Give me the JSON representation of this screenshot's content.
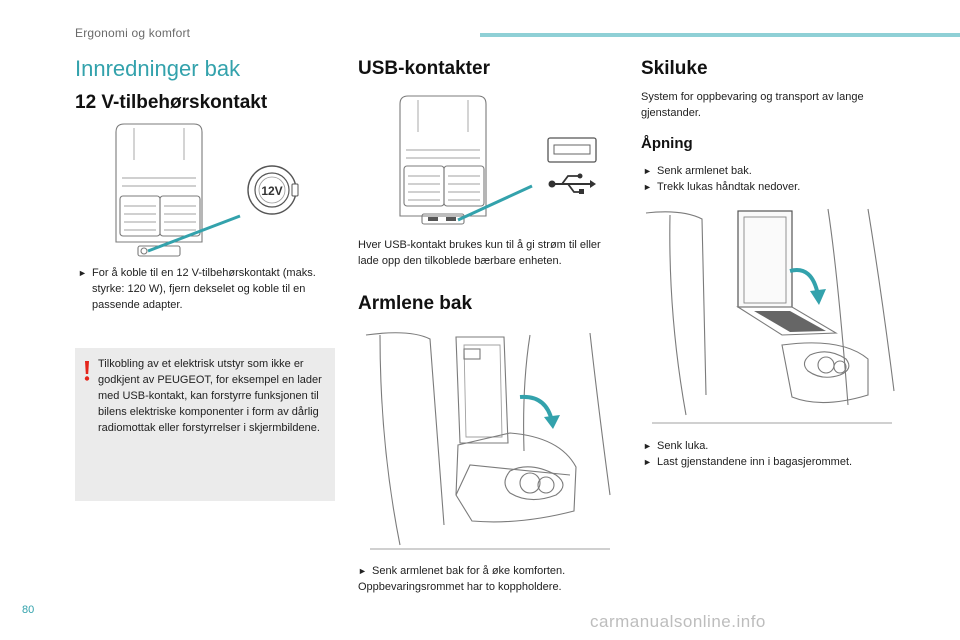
{
  "header": {
    "section": "Ergonomi og komfort"
  },
  "page": {
    "heading": "Innredninger bak",
    "number": "80"
  },
  "col1": {
    "title": "12 V-tilbehørskontakt",
    "socket_label": "12V",
    "bullet": "For å koble til en 12 V-tilbehørskontakt (maks. styrke: 120 W), fjern dekselet og koble til en passende adapter.",
    "warning": "Tilkobling av et elektrisk utstyr som ikke er godkjent av PEUGEOT, for eksempel en lader med USB-kontakt, kan forstyrre funksjonen til bilens elektriske komponenter i form av dårlig radiomottak eller forstyrrelser i skjermbildene."
  },
  "col2": {
    "title": "USB-kontakter",
    "usb_text": "Hver USB-kontakt brukes kun til å gi strøm til eller lade opp den tilkoblede bærbare enheten.",
    "armrest_title": "Armlene bak",
    "armrest_bullet": "Senk armlenet bak for å øke komforten.",
    "armrest_text": "Oppbevaringsrommet har to koppholdere."
  },
  "col3": {
    "title": "Skiluke",
    "intro": "System for oppbevaring og transport av lange gjenstander.",
    "subtitle": "Åpning",
    "steps_a": [
      "Senk armlenet bak.",
      "Trekk lukas håndtak nedover."
    ],
    "steps_b": [
      "Senk luka.",
      "Last gjenstandene inn i bagasjerommet."
    ]
  },
  "icons": {
    "bullet": "pointer-icon",
    "warning": "warning-exclamation-icon",
    "usb": "usb-symbol-icon"
  },
  "colors": {
    "accent": "#33a2ac",
    "warning": "#e4251b",
    "box": "#ebebeb"
  },
  "watermark": "carmanualsonline.info"
}
